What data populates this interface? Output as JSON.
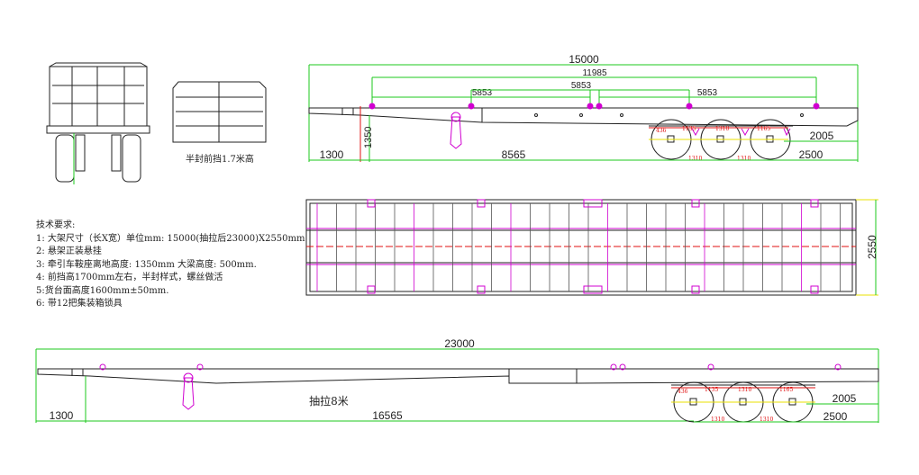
{
  "front_view_caption": "半封前挡1.7米高",
  "notes": {
    "title": "技术要求:",
    "items": [
      "1: 大架尺寸（长X宽）单位mm: 15000(抽拉后23000)X2550mm",
      "2: 悬架正装悬挂",
      "3: 牵引车鞍座离地高度: 1350mm 大梁高度: 500mm.",
      "4: 前挡高1700mm左右，半封样式，螺丝做活",
      "5:货台面高度1600mm±50mm.",
      "6: 带12把集装箱锁具"
    ]
  },
  "side_view_retracted": {
    "overall_length": "15000",
    "lock_span": "11985",
    "lock_spacing_a": "5853",
    "lock_spacing_b": "5853",
    "lock_spacing_c": "5853",
    "fifth_wheel_height": "1350",
    "front_offset": "1300",
    "kingpin_to_axle": "8565",
    "rear_overhang_a": "2005",
    "rear_overhang_b": "2500",
    "axle_labels": [
      "436",
      "1135",
      "1310",
      "1165"
    ],
    "axle_spacing": [
      "1310",
      "1310"
    ]
  },
  "plan_view": {
    "width": "2550"
  },
  "side_view_extended": {
    "overall_length": "23000",
    "extension_label": "抽拉8米",
    "front_offset": "1300",
    "kingpin_to_axle": "16565",
    "rear_overhang_a": "2005",
    "rear_overhang_b": "2500",
    "axle_labels": [
      "436",
      "1135",
      "1310",
      "1165"
    ],
    "axle_spacing": [
      "1310",
      "1310"
    ]
  },
  "colors": {
    "dimension": "#1ec81e",
    "hidden": "#e01010",
    "lock": "#d000d0",
    "center": "#e8e000"
  }
}
